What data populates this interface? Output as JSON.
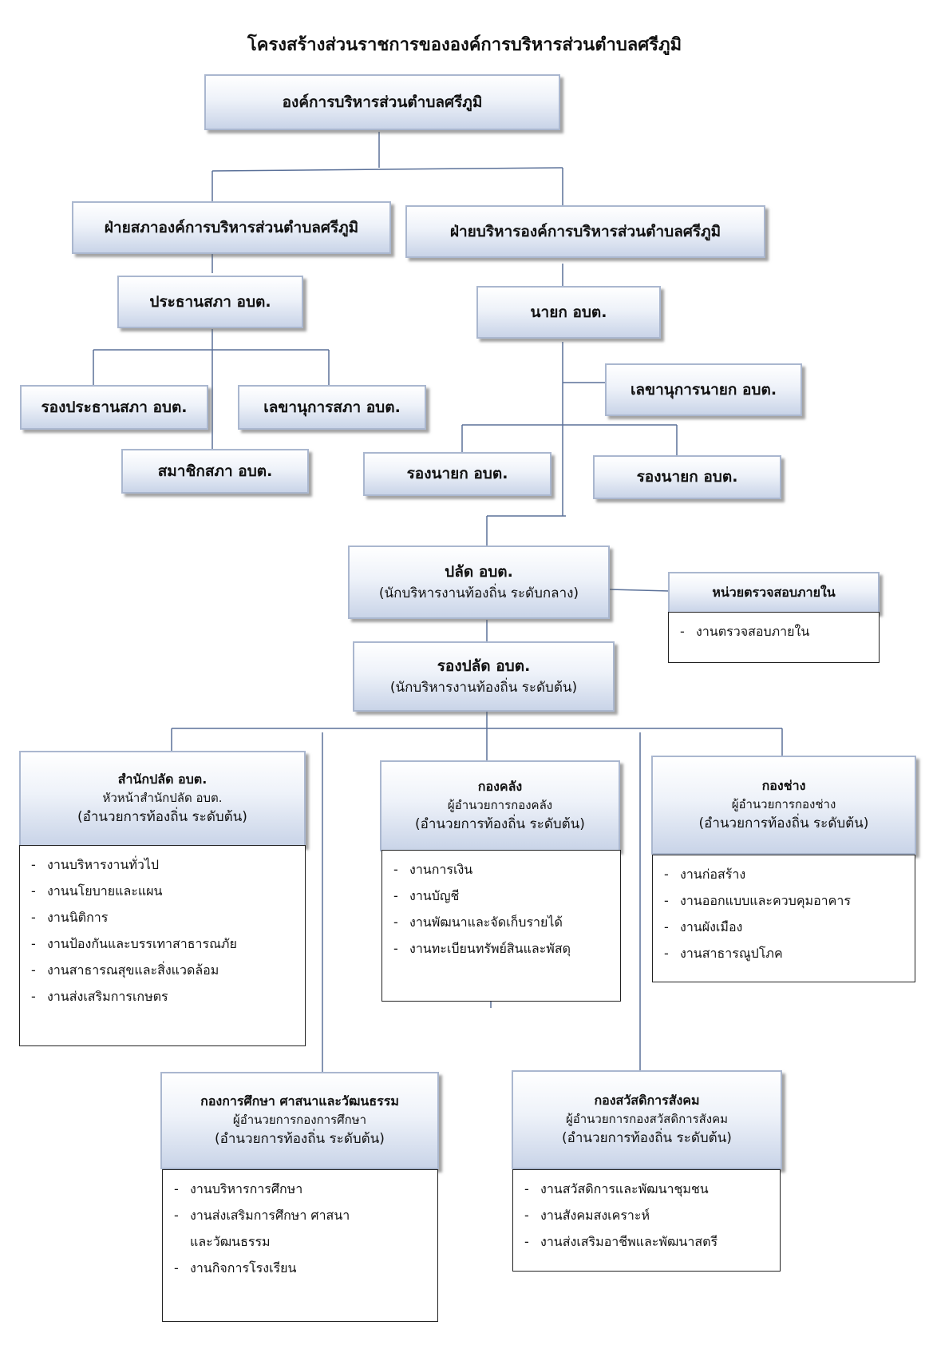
{
  "title": "โครงสร้างส่วนราชการขององค์การบริหารส่วนตำบลศรีภูมิ",
  "nodes": {
    "root": "องค์การบริหารส่วนตำบลศรีภูมิ",
    "council": "ฝ่ายสภาองค์การบริหารส่วนตำบลศรีภูมิ",
    "executive": "ฝ่ายบริหารองค์การบริหารส่วนตำบลศรีภูมิ",
    "council_chair": "ประธานสภา  อบต.",
    "council_vice": "รองประธานสภา อบต.",
    "council_secretary": "เลขานุการสภา  อบต.",
    "council_member": "สมาชิกสภา  อบต.",
    "mayor": "นายก  อบต.",
    "mayor_secretary": "เลขานุการนายก  อบต.",
    "deputy_mayor_1": "รองนายก  อบต.",
    "deputy_mayor_2": "รองนายก  อบต.",
    "clerk": {
      "title": "ปลัด  อบต.",
      "sub": "(นักบริหารงานท้องถิ่น ระดับกลาง)"
    },
    "deputy_clerk": {
      "title": "รองปลัด  อบต.",
      "sub": "(นักบริหารงานท้องถิ่น ระดับต้น)"
    },
    "audit": {
      "title": "หน่วยตรวจสอบภายใน",
      "items": [
        "งานตรวจสอบภายใน"
      ]
    }
  },
  "departments": {
    "office": {
      "title": "สำนักปลัด  อบต.",
      "head": "หัวหน้าสำนักปลัด  อบต.",
      "level": "(อำนวยการท้องถิ่น ระดับต้น)",
      "items": [
        "งานบริหารงานทั่วไป",
        "งานนโยบายและแผน",
        "งานนิติการ",
        "งานป้องกันและบรรเทาสาธารณภัย",
        "งานสาธารณสุขและสิ่งแวดล้อม",
        "งานส่งเสริมการเกษตร"
      ]
    },
    "finance": {
      "title": "กองคลัง",
      "head": "ผู้อำนวยการกองคลัง",
      "level": "(อำนวยการท้องถิ่น ระดับต้น)",
      "items": [
        "งานการเงิน",
        "งานบัญชี",
        "งานพัฒนาและจัดเก็บรายได้",
        "งานทะเบียนทรัพย์สินและพัสดุ"
      ]
    },
    "engineering": {
      "title": "กองช่าง",
      "head": "ผู้อำนวยการกองช่าง",
      "level": "(อำนวยการท้องถิ่น ระดับต้น)",
      "items": [
        "งานก่อสร้าง",
        "งานออกแบบและควบคุมอาคาร",
        "งานผังเมือง",
        "งานสาธารณูปโภค"
      ]
    },
    "education": {
      "title": "กองการศึกษา ศาสนาและวัฒนธรรม",
      "head": "ผู้อำนวยการกองการศึกษา",
      "level": "(อำนวยการท้องถิ่น ระดับต้น)",
      "items": [
        "งานบริหารการศึกษา",
        "งานส่งเสริมการศึกษา ศาสนา",
        "และวัฒนธรรม",
        "งานกิจการโรงเรียน"
      ]
    },
    "welfare": {
      "title": "กองสวัสดิการสังคม",
      "head": "ผู้อำนวยการกองสวัสดิการสังคม",
      "level": "(อำนวยการท้องถิ่น ระดับต้น)",
      "items": [
        "งานสวัสดิการและพัฒนาชุมชน",
        "งานสังคมสงเคราะห์",
        "งานส่งเสริมอาชีพและพัฒนาสตรี"
      ]
    }
  },
  "colors": {
    "line": "#5b7199",
    "box_border": "#aab7cf",
    "box_bottom": "#c9d4e8"
  }
}
